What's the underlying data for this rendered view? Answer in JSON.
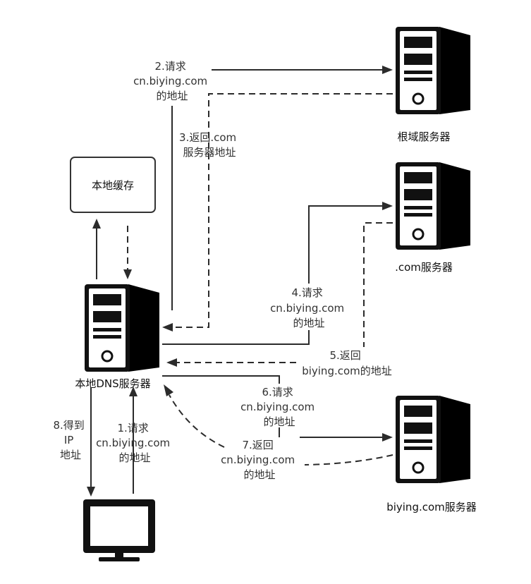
{
  "nodes": {
    "cache": "本地缓存",
    "local_dns": "本地DNS服务器",
    "root": "根域服务器",
    "com": ".com服务器",
    "biying": "biying.com服务器"
  },
  "steps": {
    "s1": [
      "1.请求",
      "cn.biying.com",
      "的地址"
    ],
    "s2": [
      "2.请求",
      "cn.biying.com",
      "的地址"
    ],
    "s3": [
      "3.返回.com",
      "服务器地址"
    ],
    "s4": [
      "4.请求",
      "cn.biying.com",
      "的地址"
    ],
    "s5": [
      "5.返回",
      "biying.com的地址"
    ],
    "s6": [
      "6.请求",
      "cn.biying.com",
      "的地址"
    ],
    "s7": [
      "7.返回",
      "cn.biying.com",
      "的地址"
    ],
    "s8": [
      "8.得到",
      "IP",
      "地址"
    ]
  },
  "colors": {
    "line": "#2b2b2b",
    "server_body": "#111111",
    "server_side": "#000000",
    "text": "#333333"
  }
}
